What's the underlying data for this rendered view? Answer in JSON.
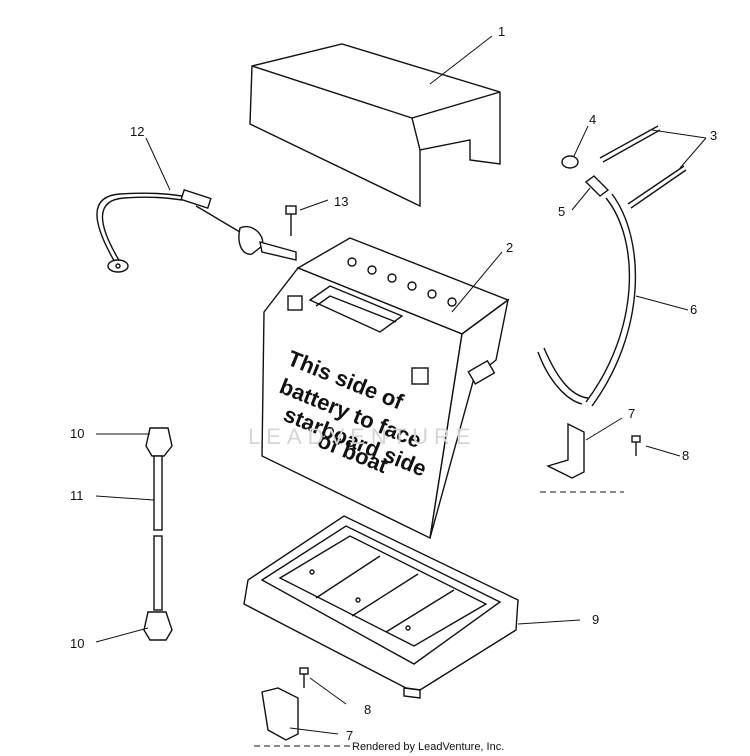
{
  "battery_label": {
    "line1": "This side of",
    "line2": "battery to face",
    "line3": "starboard side",
    "line4": "of boat"
  },
  "watermark": "LEADVENTURE",
  "credit": "Rendered by LeadVenture, Inc.",
  "callouts": {
    "c1": "1",
    "c2": "2",
    "c3": "3",
    "c4": "4",
    "c5": "5",
    "c6": "6",
    "c7a": "7",
    "c7b": "7",
    "c8a": "8",
    "c8b": "8",
    "c9": "9",
    "c10a": "10",
    "c10b": "10",
    "c11": "11",
    "c12": "12",
    "c13": "13"
  }
}
